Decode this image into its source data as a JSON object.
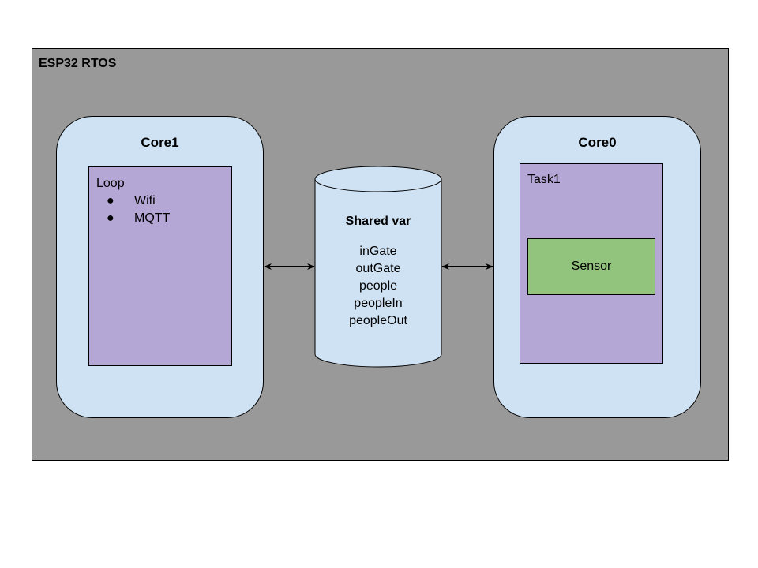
{
  "frame": {
    "title": "ESP32 RTOS"
  },
  "core1": {
    "title": "Core1",
    "loop": {
      "label": "Loop",
      "items": [
        "Wifi",
        "MQTT"
      ]
    }
  },
  "core0": {
    "title": "Core0",
    "task": {
      "label": "Task1",
      "sensor": "Sensor"
    }
  },
  "shared": {
    "title": "Shared var",
    "vars": [
      "inGate",
      "outGate",
      "people",
      "peopleIn",
      "peopleOut"
    ]
  },
  "connectors": [
    {
      "from": "core1",
      "to": "shared",
      "style": "bidirectional-arrow"
    },
    {
      "from": "shared",
      "to": "core0",
      "style": "bidirectional-arrow"
    }
  ],
  "colors": {
    "frame_fill": "#999999",
    "core_fill": "#cfe2f3",
    "panel_fill": "#b4a7d6",
    "sensor_fill": "#93c47d",
    "cylinder_fill": "#cfe2f3"
  }
}
